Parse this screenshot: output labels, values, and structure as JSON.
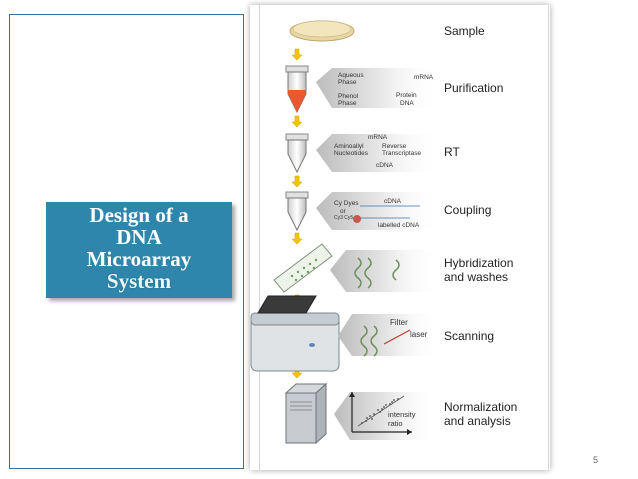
{
  "slide": {
    "title_lines": [
      "Design of a",
      "DNA",
      "Microarray",
      "System"
    ],
    "page_number": "5"
  },
  "figure": {
    "steps": [
      "Sample",
      "Purification",
      "RT",
      "Coupling",
      "Hybridization\nand washes",
      "Scanning",
      "Normalization\nand analysis"
    ],
    "purification": {
      "aqueous_phase": "Aqueous\nPhase",
      "phenol_phase": "Phenol\nPhase",
      "mrna": "mRNA",
      "protein": "Protein",
      "dna": "DNA"
    },
    "rt": {
      "mrna": "mRNA",
      "aminoallyl": "Aminoallyl\nNucleotides",
      "reverse": "Reverse\nTranscriptase",
      "cdna": "cDNA"
    },
    "coupling": {
      "cy_dyes": "Cy Dyes",
      "or": "or",
      "cy": "Cy3 Cy5",
      "cdna": "cDNA",
      "labelled": "labelled cDNA"
    },
    "scanning": {
      "filter": "Filter",
      "laser": "laser"
    },
    "normalization": {
      "intensity_ratio": "intensity\nratio"
    }
  }
}
